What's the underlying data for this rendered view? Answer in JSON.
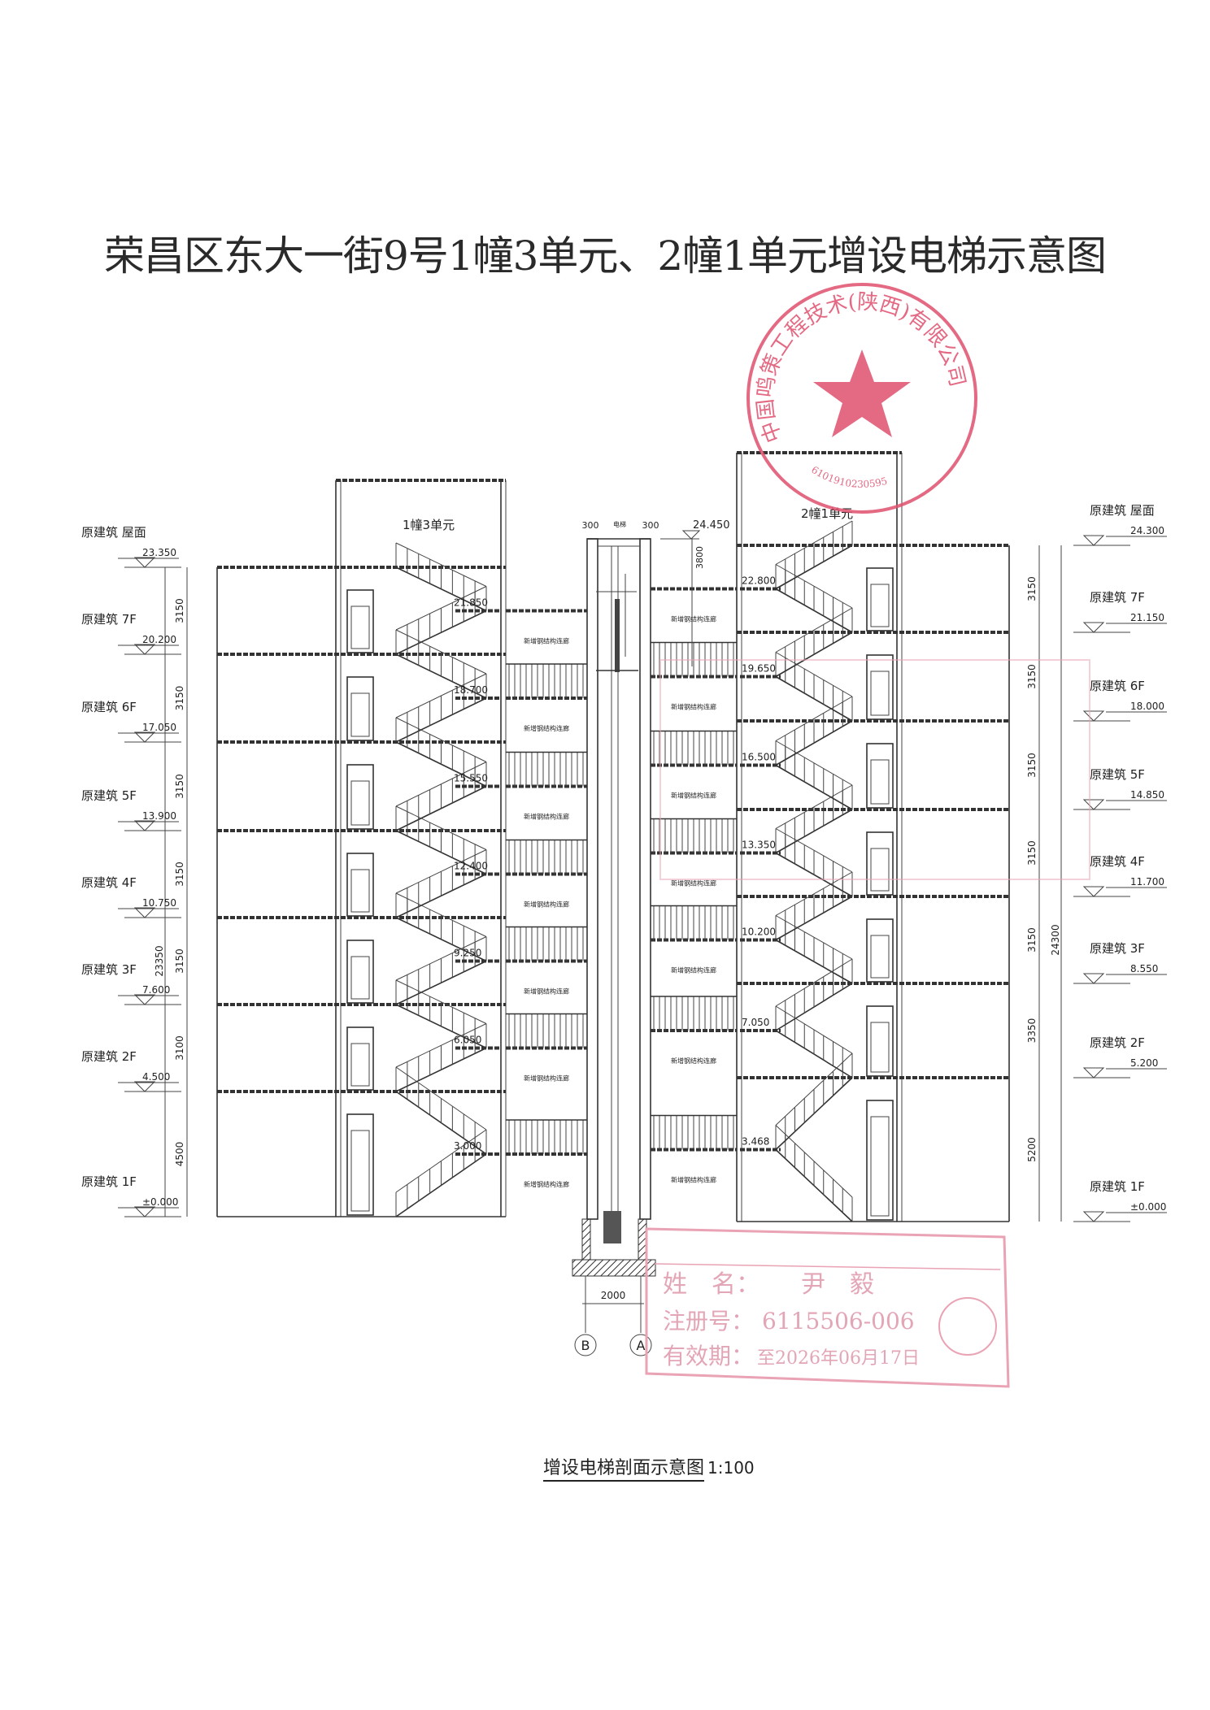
{
  "title": "荣昌区东大一街9号1幢3单元、2幢1单元增设电梯示意图",
  "caption": {
    "label": "增设电梯剖面示意图",
    "scale": "1:100"
  },
  "left_building": {
    "name": "1幢3单元",
    "levels": [
      {
        "label": "原建筑 屋面",
        "elev": "23.350"
      },
      {
        "label": "原建筑 7F",
        "elev": "20.200"
      },
      {
        "label": "原建筑 6F",
        "elev": "17.050"
      },
      {
        "label": "原建筑 5F",
        "elev": "13.900"
      },
      {
        "label": "原建筑 4F",
        "elev": "10.750"
      },
      {
        "label": "原建筑 3F",
        "elev": "7.600"
      },
      {
        "label": "原建筑 2F",
        "elev": "4.500"
      },
      {
        "label": "原建筑 1F",
        "elev": "±0.000"
      }
    ],
    "dims": [
      "3150",
      "3150",
      "3150",
      "3150",
      "3150",
      "3100",
      "4500"
    ],
    "total_dim": "23350",
    "landings": [
      "21.850",
      "18.700",
      "15.550",
      "12.400",
      "9.250",
      "6.050",
      "3.000"
    ]
  },
  "right_building": {
    "name": "2幢1单元",
    "levels": [
      {
        "label": "原建筑 屋面",
        "elev": "24.300"
      },
      {
        "label": "原建筑 7F",
        "elev": "21.150"
      },
      {
        "label": "原建筑 6F",
        "elev": "18.000"
      },
      {
        "label": "原建筑 5F",
        "elev": "14.850"
      },
      {
        "label": "原建筑 4F",
        "elev": "11.700"
      },
      {
        "label": "原建筑 3F",
        "elev": "8.550"
      },
      {
        "label": "原建筑 2F",
        "elev": "5.200"
      },
      {
        "label": "原建筑 1F",
        "elev": "±0.000"
      }
    ],
    "dims": [
      "3150",
      "3150",
      "3150",
      "3150",
      "3150",
      "3350",
      "5200"
    ],
    "total_dim": "24300",
    "landings": [
      "22.800",
      "19.650",
      "16.500",
      "13.350",
      "10.200",
      "7.050",
      "3.468"
    ]
  },
  "elevator": {
    "top_elev": "24.450",
    "wall_dims": [
      "300",
      "300"
    ],
    "pit_width": "2000",
    "axes": [
      "B",
      "A"
    ],
    "shaft_note": "电梯",
    "height_note": "3800"
  },
  "bridge_label": "新增钢结构连廊",
  "seal": {
    "company": "中国鸣策工程技术(陕西)有限公司",
    "code": "6101910230595",
    "color": "#e0506e"
  },
  "reg_stamp": {
    "name_label": "姓　名：",
    "name_value": "尹　毅",
    "reg_label": "注册号：",
    "reg_value": "6115506-006",
    "valid_label": "有效期：",
    "valid_value": "至2026年06月17日"
  }
}
